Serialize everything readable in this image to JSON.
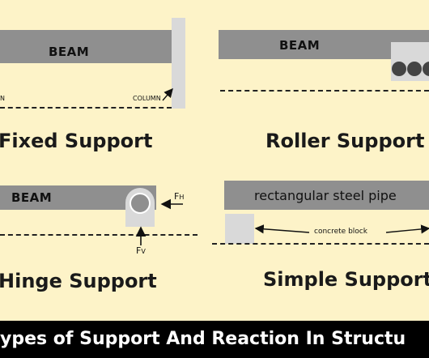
{
  "fixed": {
    "beam_label": "BEAM",
    "left_label": "N",
    "column_label": "COLUMN",
    "title": "Fixed Support"
  },
  "roller": {
    "beam_label": "BEAM",
    "title": "Roller Support"
  },
  "hinge": {
    "beam_label": "BEAM",
    "fh_label": "F",
    "fh_sub": "H",
    "fv_label": "F",
    "fv_sub": "V",
    "title": "Hinge Support"
  },
  "simple": {
    "beam_label": "rectangular steel pipe",
    "block_label": "concrete block",
    "title": "Simple Support"
  },
  "footer": {
    "text": "ypes of Support And Reaction In Structu"
  },
  "colors": {
    "background": "#fdf3c8",
    "beam": "#8f8f8f",
    "support": "#d9d9d9",
    "footer_bg": "#000000"
  }
}
